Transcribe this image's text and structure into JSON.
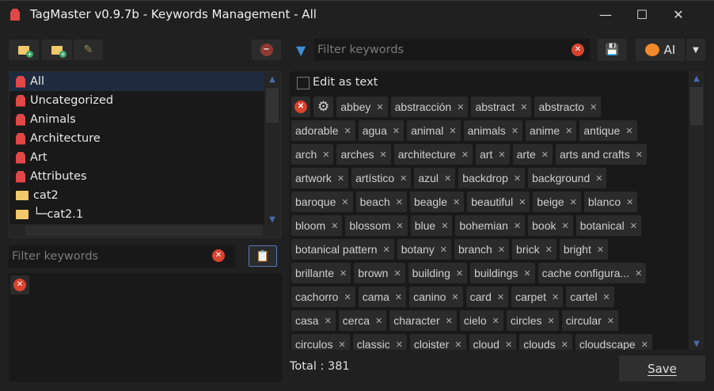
{
  "window": {
    "title": "TagMaster v0.9.7b - Keywords Management - All",
    "minimize": "—",
    "maximize": "☐",
    "close": "✕"
  },
  "left": {
    "categories": [
      {
        "label": "All",
        "icon": "tag-icon",
        "selected": true
      },
      {
        "label": "Uncategorized",
        "icon": "tag-icon"
      },
      {
        "label": "Animals",
        "icon": "tag-icon"
      },
      {
        "label": "Architecture",
        "icon": "tag-icon"
      },
      {
        "label": "Art",
        "icon": "tag-icon"
      },
      {
        "label": "Attributes",
        "icon": "tag-icon"
      },
      {
        "label": "cat2",
        "icon": "folder-icon"
      },
      {
        "label": "└─cat2.1",
        "icon": "folder-icon"
      }
    ],
    "filter_placeholder": "Filter keywords"
  },
  "right": {
    "filter_placeholder": "Filter keywords",
    "ai_label": "AI",
    "edit_as_text": "Edit as text",
    "edit_as_text_checked": false,
    "tag_rows": [
      [
        "abbey",
        "abstracción",
        "abstract",
        "abstracto"
      ],
      [
        "adorable",
        "agua",
        "animal",
        "animals",
        "anime",
        "antique"
      ],
      [
        "arch",
        "arches",
        "architecture",
        "art",
        "arte",
        "arts and crafts"
      ],
      [
        "artwork",
        "artístico",
        "azul",
        "backdrop",
        "background"
      ],
      [
        "baroque",
        "beach",
        "beagle",
        "beautiful",
        "beige",
        "blanco"
      ],
      [
        "bloom",
        "blossom",
        "blue",
        "bohemian",
        "book",
        "botanical"
      ],
      [
        "botanical pattern",
        "botany",
        "branch",
        "brick",
        "bright"
      ],
      [
        "brillante",
        "brown",
        "building",
        "buildings",
        "cache configura..."
      ],
      [
        "cachorro",
        "cama",
        "canino",
        "card",
        "carpet",
        "cartel"
      ],
      [
        "casa",
        "cerca",
        "character",
        "cielo",
        "circles",
        "circular"
      ],
      [
        "circulos",
        "classic",
        "cloister",
        "cloud",
        "clouds",
        "cloudscape"
      ]
    ],
    "remove_glyph": "✕",
    "total": "Total : 381",
    "save_label": "Save"
  },
  "colors": {
    "accent_red": "#d9432f",
    "folder": "#f1c96a",
    "filter_blue": "#3a8fd9"
  }
}
